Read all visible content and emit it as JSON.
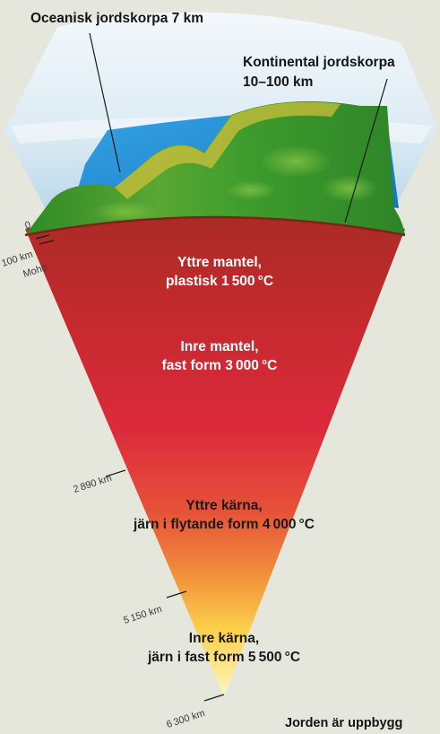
{
  "labels": {
    "oceanic_crust": "Oceanisk jordskorpa 7 km",
    "continental_crust_line1": "Kontinental jordskorpa",
    "continental_crust_line2": "10–100 km"
  },
  "layers": {
    "outer_mantle_line1": "Yttre mantel,",
    "outer_mantle_line2": "plastisk 1 500 °C",
    "inner_mantle_line1": "Inre mantel,",
    "inner_mantle_line2": "fast form 3 000 °C",
    "outer_core_line1": "Yttre kärna,",
    "outer_core_line2": "järn i flytande form 4 000 °C",
    "inner_core_line1": "Inre kärna,",
    "inner_core_line2": "järn i fast form 5 500 °C"
  },
  "depth_marks": {
    "surface": "0",
    "moho_depth": "100 km",
    "moho_name": "Moho",
    "mantle_bottom": "2 890 km",
    "outer_core_bottom": "5 150 km",
    "center": "6 300 km"
  },
  "caption": "Jorden är uppbygg",
  "colors": {
    "background": "#e5e6dc",
    "mantle_top": "#b52a26",
    "mantle_mid": "#d9263a",
    "outer_core": "#f07a3a",
    "inner_core": "#fff7b0",
    "ocean": "#1c8ad6",
    "land": "#3f9a2a"
  }
}
